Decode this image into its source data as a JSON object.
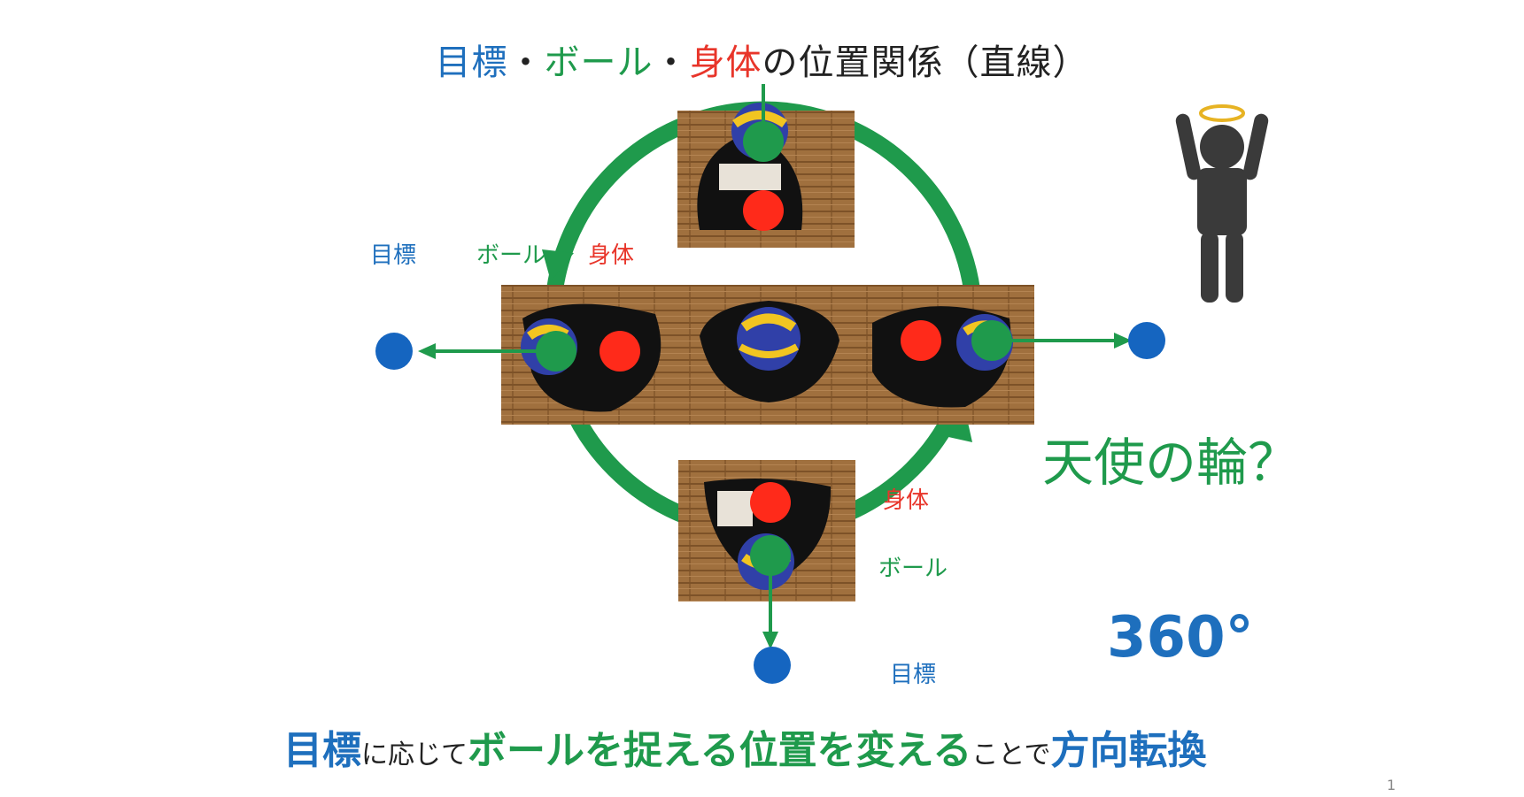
{
  "title": {
    "part1": "目標",
    "sep1": "・",
    "part2": "ボール",
    "sep2": "・",
    "part3": "身体",
    "part4": "の位置関係（直線）"
  },
  "labels": {
    "target_left": "目標",
    "ball_left": "ボール",
    "body_left": "身体",
    "body_right": "身体",
    "ball_right": "ボール",
    "target_bottom": "目標"
  },
  "angel_question": "天使の輪？",
  "degrees": "360°",
  "footer": {
    "p1": "目標",
    "p2": "に応じて",
    "p3": "ボールを捉える位置を変える",
    "p4": "ことで",
    "p5": "方向転換"
  },
  "page_number": "1",
  "colors": {
    "target": "#1565c0",
    "ball": "#1f9a4c",
    "body": "#ff2a1a",
    "ring": "#1f9a4c",
    "floor": "#9a6a3a"
  }
}
